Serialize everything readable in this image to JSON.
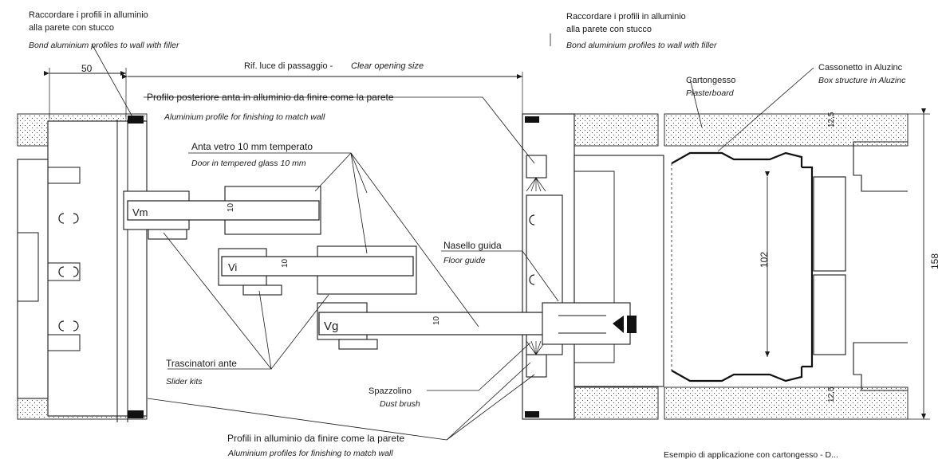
{
  "labels": {
    "left_wall_it_1": "Raccordare i profili in alluminio",
    "left_wall_it_2": "alla parete con stucco",
    "left_wall_en": "Bond aluminium profiles to wall with filler",
    "right_wall_it_1": "Raccordare i profili in alluminio",
    "right_wall_it_2": "alla parete con stucco",
    "right_wall_en": "Bond aluminium profiles to wall with filler",
    "opening_it": "Rif. luce di passaggio -",
    "opening_en": "Clear opening size",
    "rear_profile_it": "Profilo posteriore anta in alluminio da finire come la parete",
    "rear_profile_en": "Aluminium profile for finishing to match wall",
    "glass_it": "Anta vetro 10 mm temperato",
    "glass_en": "Door in tempered glass 10 mm",
    "floor_guide_it": "Nasello guida",
    "floor_guide_en": "Floor guide",
    "slider_it": "Trascinatori ante",
    "slider_en": "Slider kits",
    "brush_it": "Spazzolino",
    "brush_en": "Dust brush",
    "profiles_it": "Profili in alluminio da finire come la parete",
    "profiles_en": "Aluminium profiles for finishing to match wall",
    "plaster_it": "Cartongesso",
    "plaster_en": "Plasterboard",
    "box_it": "Cassonetto in Aluzinc",
    "box_en": "Box structure in Aluzinc",
    "footer_cut": "Esempio di applicazione con cartongesso - D..."
  },
  "dimensions": {
    "d50": "50",
    "d10_vm": "10",
    "d10_vi": "10",
    "d10_vg": "10",
    "d12_5_top": "12,5",
    "d12_5_bottom": "12,5",
    "d102": "102",
    "d158": "158"
  },
  "panels": {
    "vm": "Vm",
    "vi": "Vi",
    "vg": "Vg"
  }
}
